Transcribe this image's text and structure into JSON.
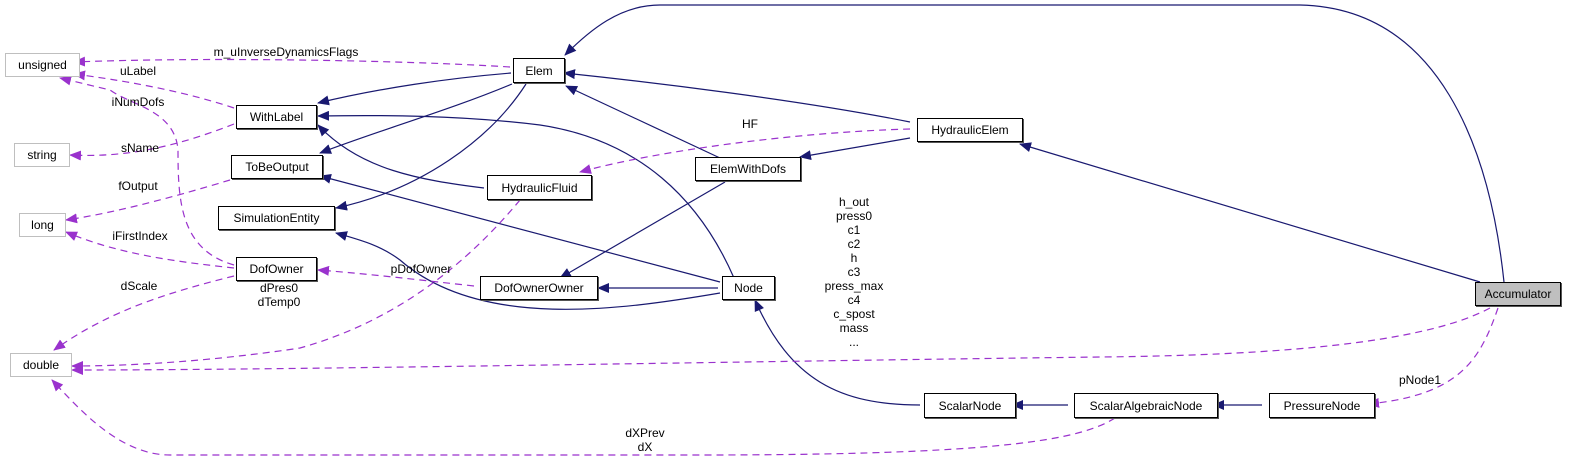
{
  "diagram": {
    "title": "Accumulator collaboration graph",
    "colors": {
      "inheritance": "#191970",
      "usage": "#9a32cd",
      "node_border": "#000000",
      "external_border": "#bfbfbf",
      "focus_fill": "#bfbfbf"
    },
    "nodes": {
      "unsigned": "unsigned",
      "string": "string",
      "long": "long",
      "double": "double",
      "withlabel": "WithLabel",
      "tobeoutput": "ToBeOutput",
      "simulationentity": "SimulationEntity",
      "dofowner": "DofOwner",
      "elem": "Elem",
      "hydraulicfluid": "HydraulicFluid",
      "elemwithdofs": "ElemWithDofs",
      "dofownerowner": "DofOwnerOwner",
      "node": "Node",
      "hydraulicelem": "HydraulicElem",
      "scalarnode": "ScalarNode",
      "scalaralgebraicnode": "ScalarAlgebraicNode",
      "pressurenode": "PressureNode",
      "accumulator": "Accumulator"
    },
    "edge_labels": {
      "m_uInverseDynamicsFlags": "m_uInverseDynamicsFlags",
      "uLabel": "uLabel",
      "iNumDofs": "iNumDofs",
      "sName": "sName",
      "fOutput": "fOutput",
      "iFirstIndex": "iFirstIndex",
      "dScale": "dScale",
      "dPres0_dTemp0": "dPres0\ndTemp0",
      "pDofOwner": "pDofOwner",
      "HF": "HF",
      "accumulator_members": "h_out\npress0\nc1\nc2\nh\nc3\npress_max\nc4\nc_spost\nmass\n...",
      "pNode1": "pNode1",
      "dXPrev_dX": "dXPrev\ndX"
    }
  }
}
